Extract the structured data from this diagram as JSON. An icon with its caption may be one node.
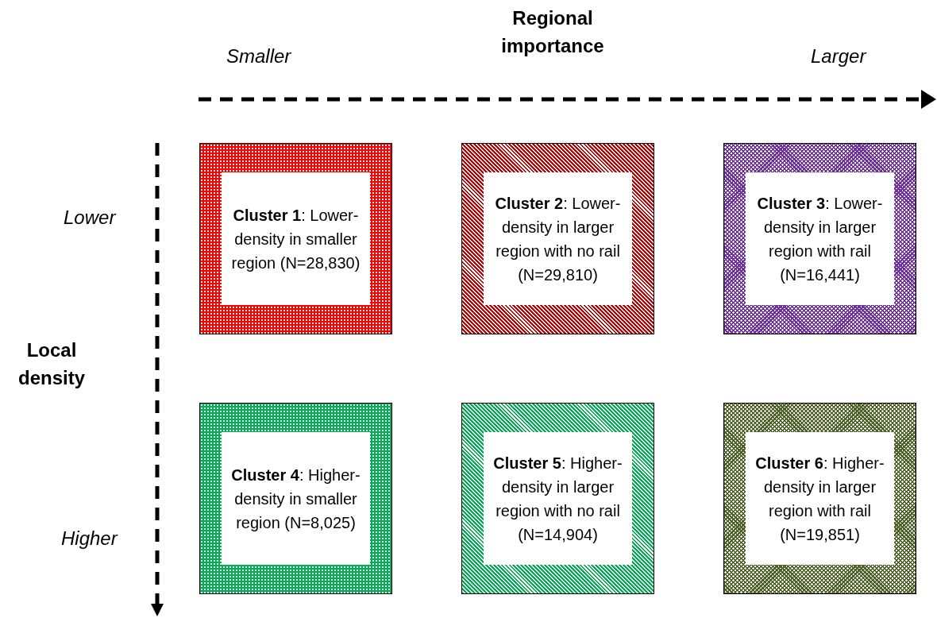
{
  "diagram": {
    "nodes": [
      {
        "text": [
          "**Cluster 1**: Lower-density in smaller region (N=28,830)"
        ]
      },
      {
        "text": [
          "**Cluster 2**: Lower-density in larger region with no rail (N=29,810)"
        ]
      },
      {
        "text": [
          "**Cluster 3**: Lower-density in larger region with rail (N=16,441)"
        ]
      },
      {
        "text": [
          "**Cluster 4**: Higher-density in smaller region (N=8,025)"
        ]
      },
      {
        "text": [
          "**Cluster 5**: Higher-density in larger region with no rail (N=14,904)"
        ]
      },
      {
        "text": [
          "**Cluster 6**: Higher-density in larger region with rail (N=19,851)"
        ]
      }
    ],
    "labels": [
      "Smaller",
      "Regional importance",
      "Larger",
      "Lower",
      "Local density",
      "Higher"
    ]
  }
}
